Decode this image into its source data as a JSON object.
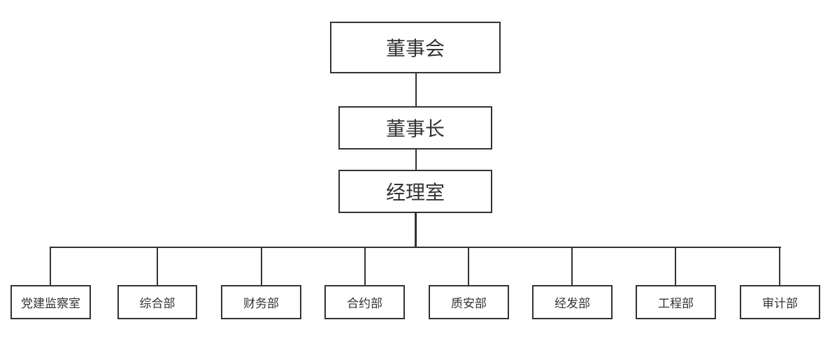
{
  "org_chart": {
    "top": {
      "label": "董事会"
    },
    "chairman": {
      "label": "董事长"
    },
    "manager": {
      "label": "经理室"
    },
    "departments": [
      {
        "label": "党建监察室"
      },
      {
        "label": "综合部"
      },
      {
        "label": "财务部"
      },
      {
        "label": "合约部"
      },
      {
        "label": "质安部"
      },
      {
        "label": "经发部"
      },
      {
        "label": "工程部"
      },
      {
        "label": "审计部"
      }
    ]
  },
  "colors": {
    "line": "#333333",
    "box_border": "#333333",
    "background": "#ffffff"
  }
}
